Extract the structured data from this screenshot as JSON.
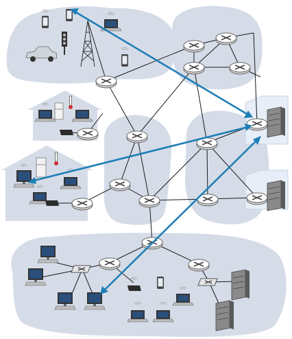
{
  "colors": {
    "cloud": "#d5dce8",
    "cloud_outline": "#bfc8d8",
    "link": "#1a1a1a",
    "arrow": "#1f7fb5",
    "router_fill": "#ffffff",
    "router_stroke": "#666666",
    "device_dark": "#4a4a4a",
    "screen": "#2a4f7a",
    "datacenter": "#cfe0f0"
  },
  "regions": [
    {
      "name": "mobile-network-region"
    },
    {
      "name": "home-network-1-region"
    },
    {
      "name": "home-network-2-region"
    },
    {
      "name": "isp-core-region"
    },
    {
      "name": "regional-isp-region"
    },
    {
      "name": "enterprise-network-region"
    },
    {
      "name": "datacenter-region"
    }
  ],
  "icons": {
    "router": "router-icon",
    "switch": "switch-icon",
    "laptop": "laptop-icon",
    "desktop": "desktop-computer-icon",
    "phone": "smartphone-icon",
    "car": "car-icon",
    "tower": "cell-tower-icon",
    "server": "server-rack-icon",
    "fridge": "refrigerator-icon",
    "thermostat": "thermometer-icon",
    "modem": "cable-modem-icon",
    "traffic_light": "traffic-light-icon"
  },
  "arrows": [
    {
      "name": "connection-phone-to-datacenter"
    },
    {
      "name": "connection-datacenter-to-home-pc"
    },
    {
      "name": "connection-datacenter-to-enterprise-pc"
    }
  ]
}
